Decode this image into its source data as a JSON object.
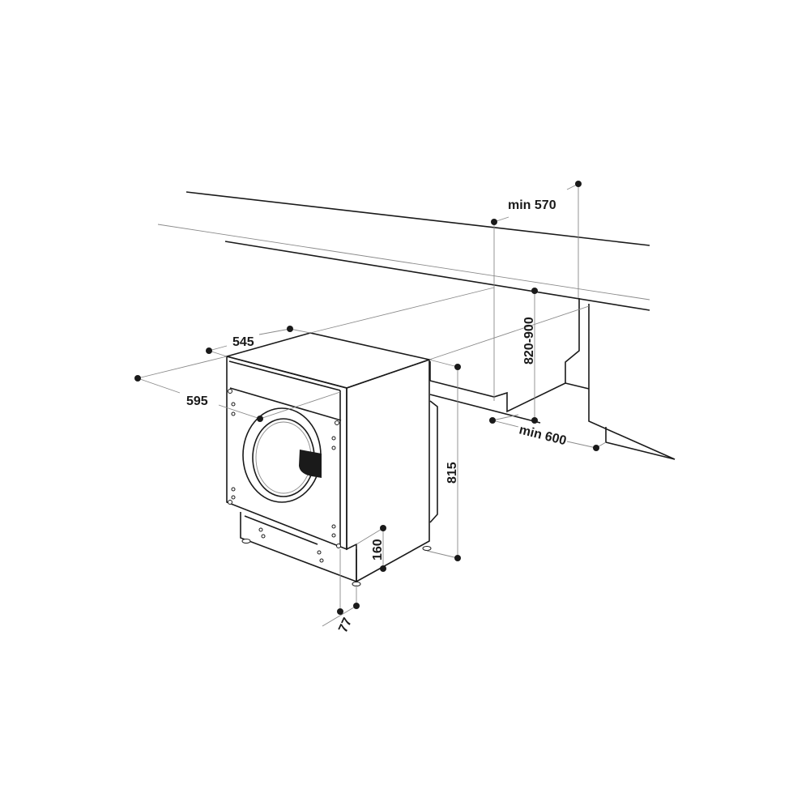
{
  "dimensions": {
    "depth": "545",
    "width": "595",
    "height": "815",
    "plinth_height": "160",
    "plinth_setback": "77",
    "niche_width": "min 570",
    "worktop_height": "820-900",
    "niche_depth": "min 600"
  },
  "colors": {
    "line": "#1a1a1a",
    "dimension_line": "#8a8a8a"
  }
}
